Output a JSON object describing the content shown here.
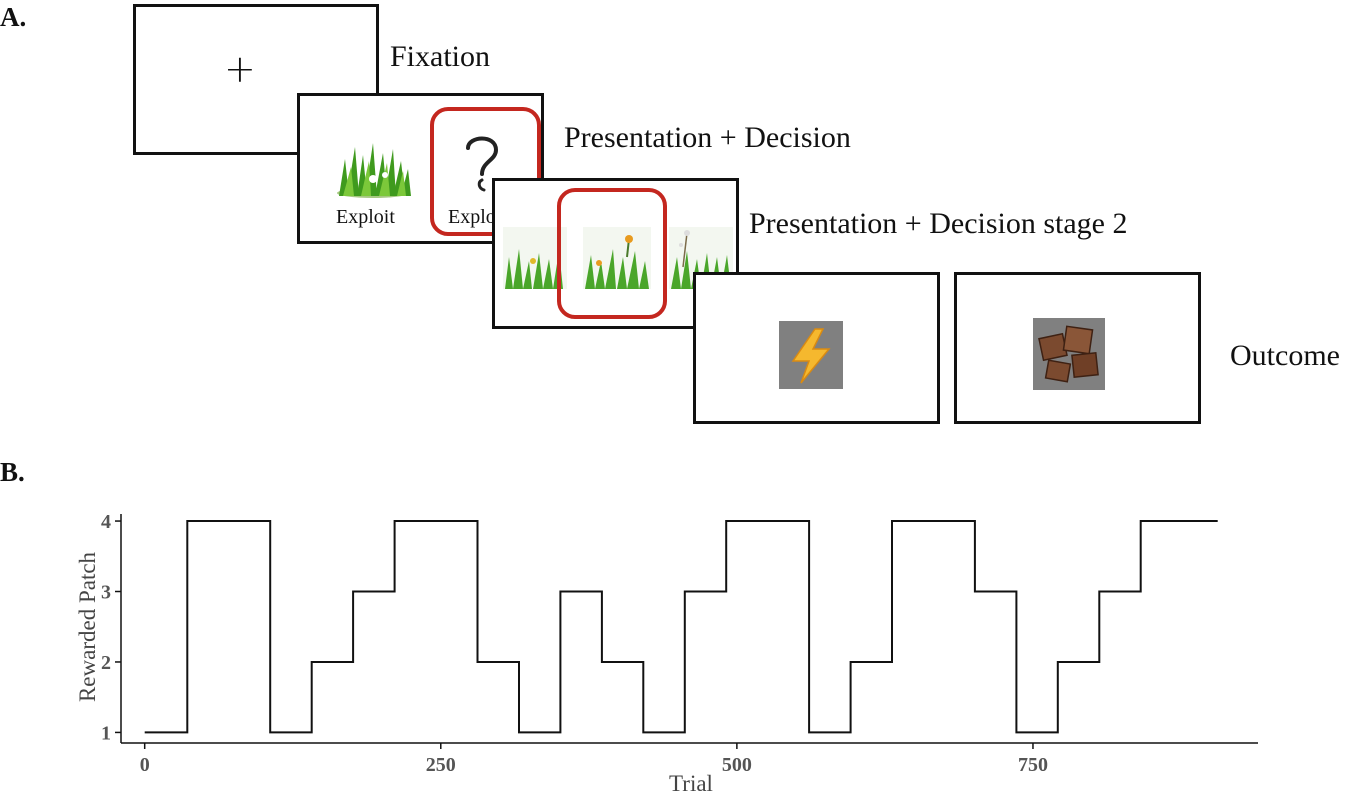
{
  "panel_a": {
    "label": "A.",
    "fixation": {
      "symbol": "+",
      "label": "Fixation"
    },
    "decision1": {
      "label": "Presentation + Decision",
      "options": [
        "Exploit",
        "Explore"
      ]
    },
    "decision2": {
      "label": "Presentation + Decision stage 2"
    },
    "outcome": {
      "label": "Outcome"
    },
    "icons": [
      "grass-patch-icon",
      "question-mark-icon",
      "lightning-bolt-icon",
      "chocolate-icon"
    ],
    "colors": {
      "highlight": "#c4271f",
      "outcome_bg": "#808080"
    }
  },
  "panel_b": {
    "label": "B."
  },
  "chart_data": {
    "type": "line",
    "xlabel": "Trial",
    "ylabel": "Rewarded Patch",
    "xlim": [
      -20,
      940
    ],
    "ylim": [
      0.85,
      4.1
    ],
    "xticks": [
      0,
      250,
      500,
      750
    ],
    "yticks": [
      1,
      2,
      3,
      4
    ],
    "step": true,
    "series": [
      {
        "x": [
          0,
          36,
          36,
          106,
          106,
          141,
          141,
          176,
          176,
          211,
          211,
          281,
          281,
          316,
          316,
          351,
          351,
          386,
          386,
          421,
          421,
          456,
          456,
          491,
          491,
          561,
          561,
          596,
          596,
          631,
          631,
          701,
          701,
          736,
          736,
          771,
          771,
          806,
          806,
          841,
          841,
          906
        ],
        "y": [
          1,
          1,
          4,
          4,
          1,
          1,
          2,
          2,
          3,
          3,
          4,
          4,
          2,
          2,
          1,
          1,
          3,
          3,
          2,
          2,
          1,
          1,
          3,
          3,
          4,
          4,
          1,
          1,
          2,
          2,
          4,
          4,
          3,
          3,
          1,
          1,
          2,
          2,
          3,
          3,
          4,
          4
        ]
      }
    ]
  }
}
